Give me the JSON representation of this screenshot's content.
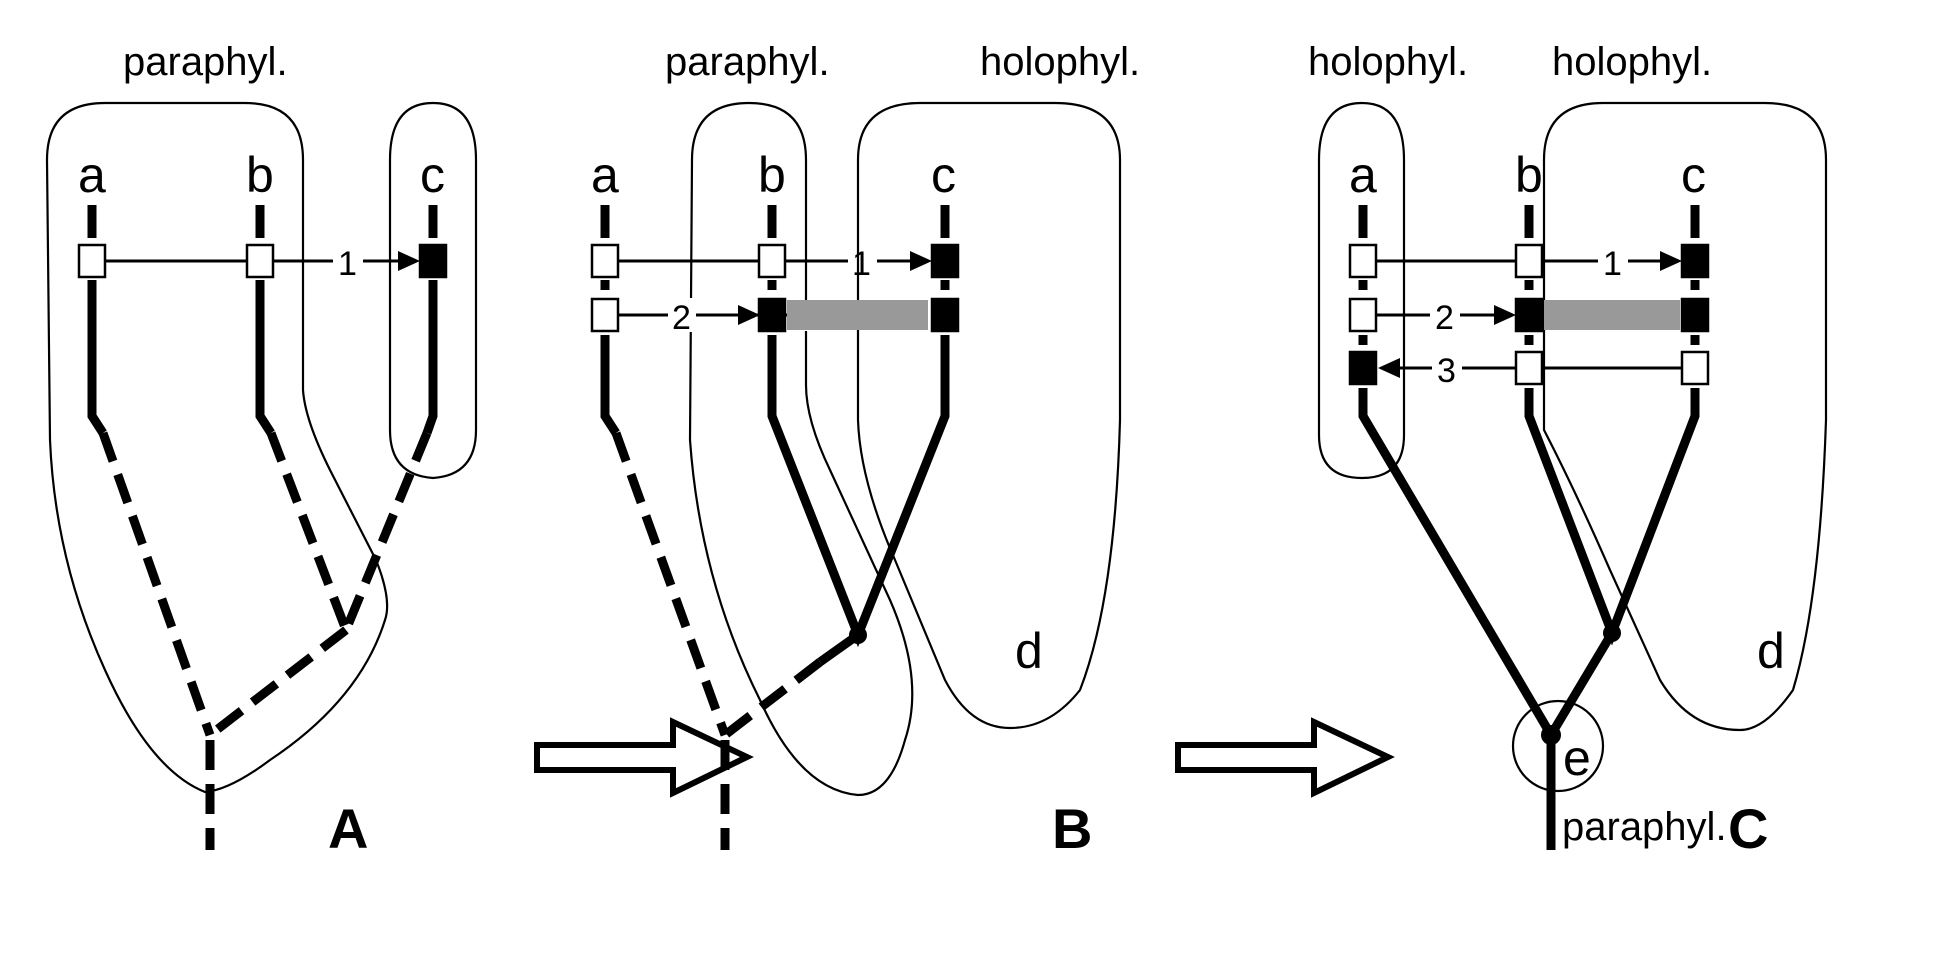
{
  "figure": {
    "panels": [
      {
        "id": "A",
        "letter": "A",
        "group_labels": [
          "paraphyl."
        ],
        "taxa": [
          "a",
          "b",
          "c"
        ],
        "characters": [
          {
            "number": "1",
            "direction": "right",
            "states": {
              "a": "plesiomorphic",
              "b": "plesiomorphic",
              "c": "apomorphic"
            }
          }
        ],
        "branch_style": "dashed"
      },
      {
        "id": "B",
        "letter": "B",
        "group_labels": [
          "paraphyl.",
          "holophyl."
        ],
        "taxa": [
          "a",
          "b",
          "c"
        ],
        "characters": [
          {
            "number": "1",
            "direction": "right",
            "states": {
              "a": "plesiomorphic",
              "b": "plesiomorphic",
              "c": "apomorphic"
            }
          },
          {
            "number": "2",
            "direction": "right",
            "states": {
              "a": "plesiomorphic",
              "b": "apomorphic",
              "c": "apomorphic"
            },
            "synapomorphy_bar": true
          }
        ],
        "node_labels": [
          "d"
        ]
      },
      {
        "id": "C",
        "letter": "C",
        "group_labels": [
          "holophyl.",
          "holophyl."
        ],
        "bottom_label": "paraphyl.",
        "taxa": [
          "a",
          "b",
          "c"
        ],
        "characters": [
          {
            "number": "1",
            "direction": "right",
            "states": {
              "a": "plesiomorphic",
              "b": "plesiomorphic",
              "c": "apomorphic"
            }
          },
          {
            "number": "2",
            "direction": "right",
            "states": {
              "a": "plesiomorphic",
              "b": "apomorphic",
              "c": "apomorphic"
            },
            "synapomorphy_bar": true
          },
          {
            "number": "3",
            "direction": "left",
            "states": {
              "a": "apomorphic",
              "b": "plesiomorphic",
              "c": "plesiomorphic"
            }
          }
        ],
        "node_labels": [
          "d",
          "e"
        ]
      }
    ],
    "transition_arrows": 2,
    "colors": {
      "line": "#000000",
      "synapomorphy_bar": "#999999",
      "background": "#ffffff"
    }
  },
  "labels": {
    "A_group": "paraphyl.",
    "B_group_left": "paraphyl.",
    "B_group_right": "holophyl.",
    "C_group_left": "holophyl.",
    "C_group_right": "holophyl.",
    "C_bottom": "paraphyl.",
    "taxon_a": "a",
    "taxon_b": "b",
    "taxon_c": "c",
    "node_d": "d",
    "node_e": "e",
    "char_1": "1",
    "char_2": "2",
    "char_3": "3",
    "panel_A": "A",
    "panel_B": "B",
    "panel_C": "C"
  }
}
